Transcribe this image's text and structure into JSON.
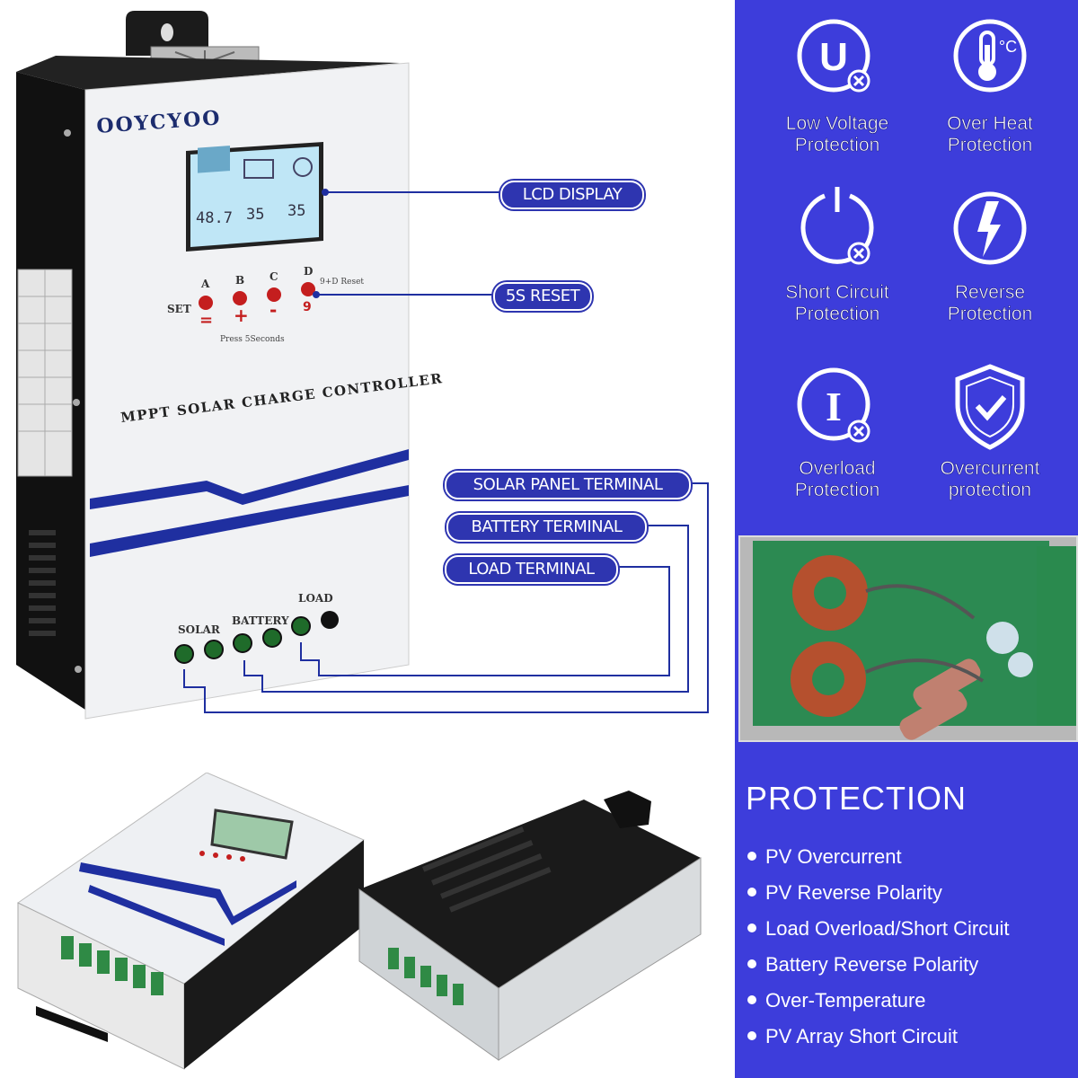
{
  "product": {
    "brand": "OOYCYOO",
    "model_label": "MPPT SOLAR CHARGE CONTROLLER",
    "buttons": [
      {
        "letter": "A",
        "sign": "="
      },
      {
        "letter": "B",
        "sign": "+"
      },
      {
        "letter": "C",
        "sign": "-"
      },
      {
        "letter": "D",
        "sign": "9"
      }
    ],
    "set_label": "SET",
    "reset_label": "9+D Reset",
    "press_label": "Press 5Seconds",
    "lcd": {
      "pv": "48.7",
      "battery": "35",
      "load": "35"
    },
    "terminal_labels": {
      "solar": "SOLAR",
      "battery": "BATTERY",
      "load": "LOAD"
    }
  },
  "callouts": {
    "lcd": "LCD DISPLAY",
    "reset": "5S RESET",
    "solar": "SOLAR PANEL TERMINAL",
    "battery": "BATTERY TERMINAL",
    "load": "LOAD TERMINAL"
  },
  "features": [
    {
      "icon": "low-voltage-icon",
      "label1": "Low Voltage",
      "label2": "Protection"
    },
    {
      "icon": "over-heat-icon",
      "label1": "Over Heat",
      "label2": "Protection"
    },
    {
      "icon": "short-circuit-icon",
      "label1": "Short Circuit",
      "label2": "Protection"
    },
    {
      "icon": "reverse-icon",
      "label1": "Reverse",
      "label2": "Protection"
    },
    {
      "icon": "overload-icon",
      "label1": "Overload",
      "label2": "Protection"
    },
    {
      "icon": "overcurrent-shield-icon",
      "label1": "Overcurrent",
      "label2": "protection"
    }
  ],
  "protection": {
    "title": "PROTECTION",
    "items": [
      "PV Overcurrent",
      "PV Reverse Polarity",
      "Load Overload/Short Circuit",
      "Battery Reverse Polarity",
      "Over-Temperature",
      "PV Array Short Circuit"
    ]
  },
  "colors": {
    "panel": "#3d3ddb",
    "pill": "#2e35b0",
    "stripe": "#1f2fa0"
  }
}
